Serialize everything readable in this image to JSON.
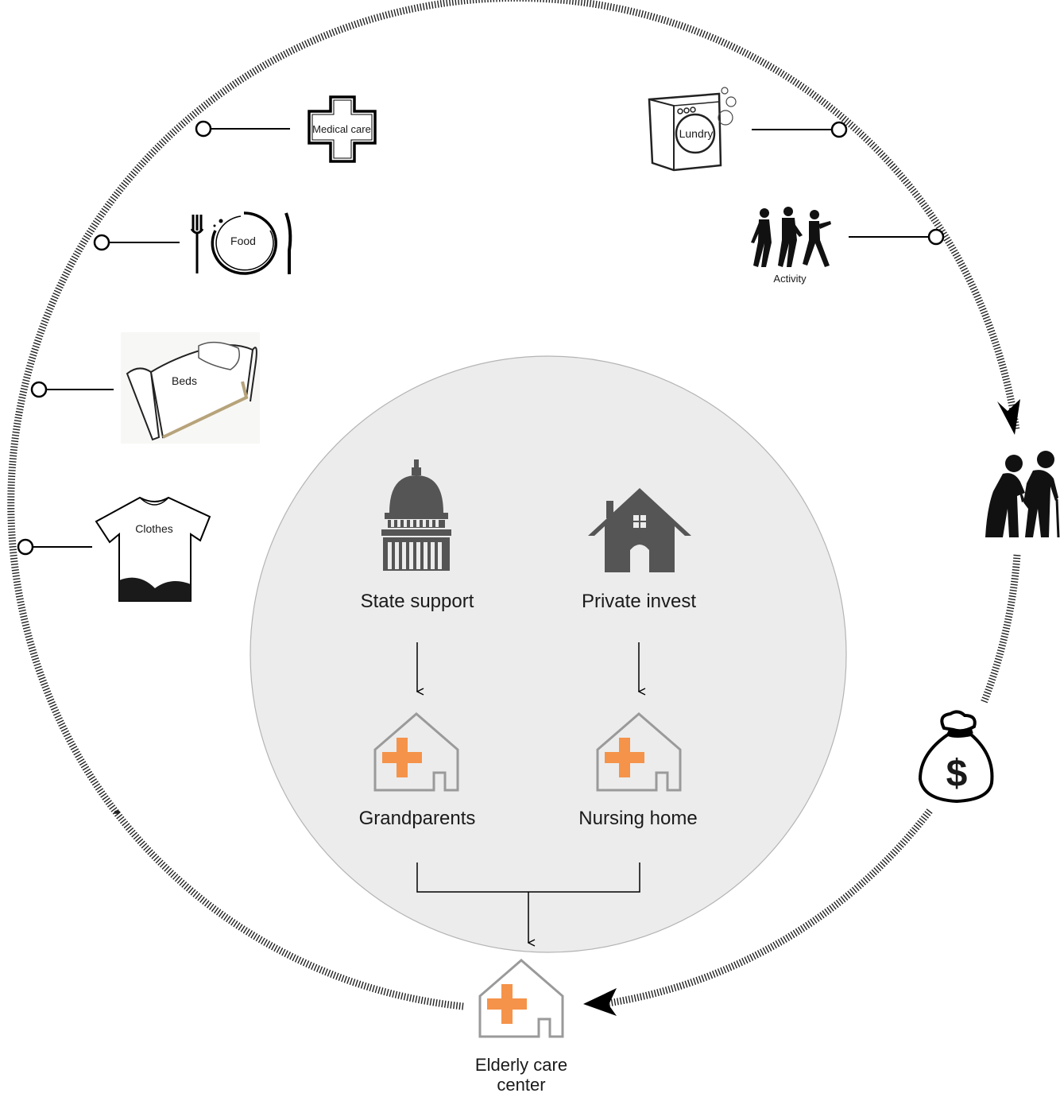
{
  "services": {
    "medical": "Medical care",
    "food": "Food",
    "beds": "Beds",
    "clothes": "Clothes",
    "laundry": "Lundry",
    "activity": "Activity"
  },
  "center_flow": {
    "state": "State support",
    "private": "Private invest",
    "grandparents": "Grandparents",
    "nursing": "Nursing home"
  },
  "bottom": {
    "line1": "Elderly care",
    "line2": "center"
  },
  "money_icon": {
    "symbol": "$"
  },
  "colors": {
    "accent": "#f5934a",
    "center_fill": "#ececec",
    "icon_gray": "#555555"
  }
}
